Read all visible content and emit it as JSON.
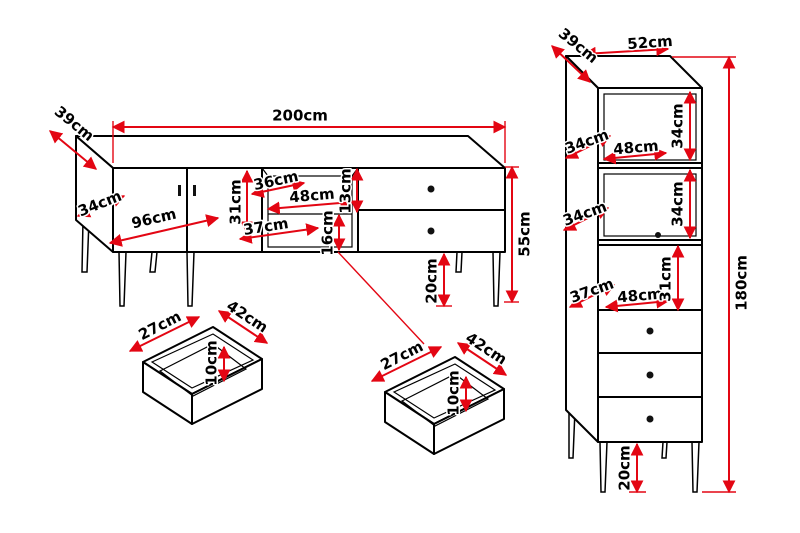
{
  "diagram": {
    "title": "furniture-dimension-diagram",
    "colors": {
      "background": "#ffffff",
      "outline": "#000000",
      "dimension": "#e30613"
    }
  },
  "tv_stand": {
    "width": "200cm",
    "depth": "39cm",
    "interior_depth": "34cm",
    "doors_interior_width": "96cm",
    "door_interior_height": "31cm",
    "niche_top_depth": "36cm",
    "niche_width": "48cm",
    "niche_right_height": "13cm",
    "niche_bottom_width": "37cm",
    "niche_left_height": "16cm",
    "body_height": "55cm",
    "leg_height": "20cm"
  },
  "drawer_left": {
    "depth": "27cm",
    "width": "42cm",
    "height": "10cm"
  },
  "drawer_right": {
    "depth": "27cm",
    "width": "42cm",
    "height": "10cm"
  },
  "cabinet": {
    "depth": "39cm",
    "width": "52cm",
    "top_section_depth": "34cm",
    "top_section_width": "48cm",
    "top_section_height": "34cm",
    "middle_section_depth": "34cm",
    "middle_section_height": "34cm",
    "lower_section_depth": "37cm",
    "lower_section_width": "48cm",
    "lower_section_height": "31cm",
    "total_height": "180cm",
    "leg_height": "20cm"
  }
}
